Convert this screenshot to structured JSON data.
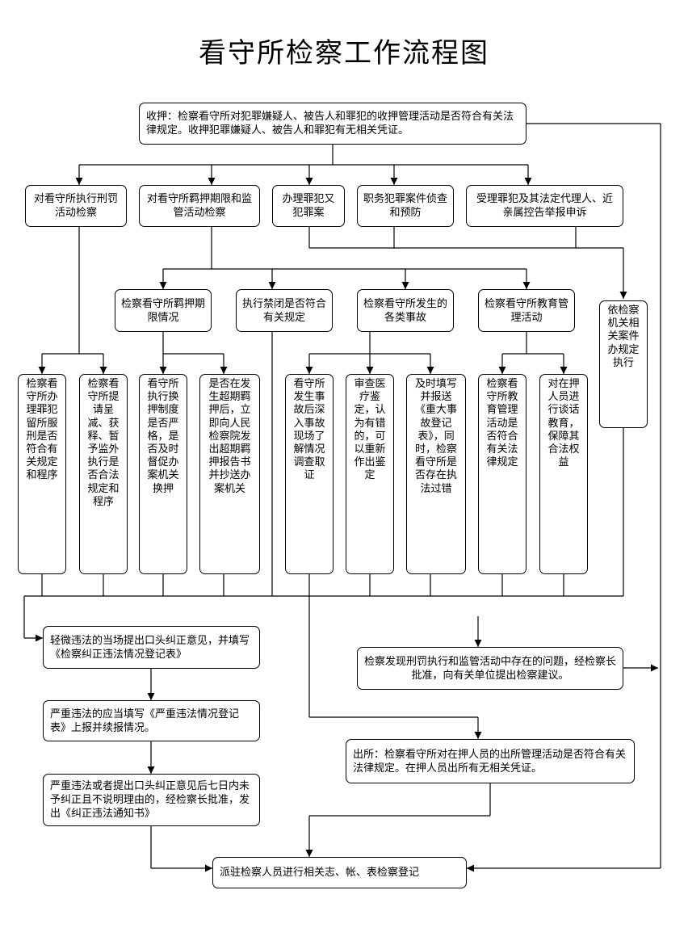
{
  "title": "看守所检察工作流程图",
  "boxes": {
    "intake": "收押：检察看守所对犯罪嫌疑人、被告人和罪犯的收押管理活动是否符合有关法律规定。收押犯罪嫌疑人、被告人和罪犯有无相关凭证。",
    "penalty_exec": "对看守所执行刑罚活动检察",
    "detention_mgmt": "对看守所羁押期限和监管活动检察",
    "handle_crime": "办理罪犯又犯罪案",
    "duty_crime": "职务犯罪案件侦查和预防",
    "complaints": "受理罪犯及其法定代理人、近亲属控告举报申诉",
    "check_period": "检察看守所羁押期限情况",
    "confinement": "执行禁闭是否符合有关规定",
    "accidents": "检察看守所发生的各类事故",
    "education": "检察看守所教育管理活动",
    "organ_law": "依检察机关相关案件办规定执行",
    "v1": "检察看守所办理罪犯留所服刑是否符合有关规定和程序",
    "v2": "检察看守所提请呈减、获释、暂予监外执行是否合法规定和程序",
    "v3": "看守所执行换押制度是否严格，是否及时督促办案机关换押",
    "v4": "是否在发生超期羁押后，立即向人民检察院发出超期羁押报告书并抄送办案机关",
    "v5": "看守所发生事故后深入事故现场了解情况调查取证",
    "v6": "审查医疗鉴定，认为有错的，可以重新作出鉴定",
    "v7": "及时填写并报送《重大事故登记表》，同时，检察看守所是否存在执法过错",
    "v8": "检察看守所教育管理活动是否符合有关法律规定",
    "v9": "对在押人员进行谈话教育，保障其合法权益",
    "minor": "轻微违法的当场提出口头纠正意见，并填写《检察纠正违法情况登记表》",
    "suggestion": "检察发现刑罚执行和监管活动中存在的问题，经检察长批准，向有关单位提出检察建议。",
    "serious": "严重违法的应当填写《严重违法情况登记表》上报并续报情况。",
    "release": "出所：检察看守所对在押人员的出所管理活动是否符合有关法律规定。在押人员出所有无相关凭证。",
    "notice": "严重违法或者提出口头纠正意见后七日内未予纠正且不说明理由的，经检察长批准，发出《纠正违法通知书》",
    "register": "派驻检察人员进行相关志、帐、表检察登记"
  }
}
